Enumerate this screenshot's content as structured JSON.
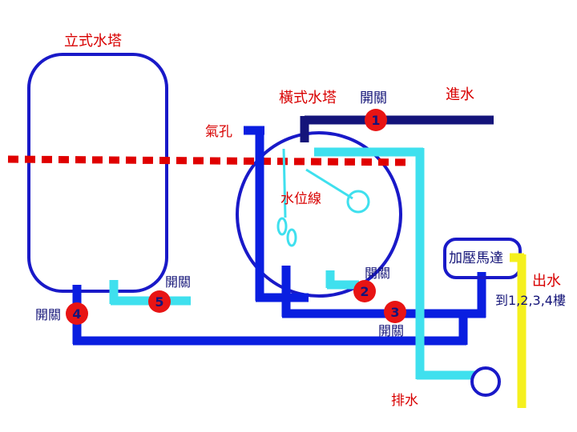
{
  "colors": {
    "tank_outline": "#1919c8",
    "pipe_main": "#0a1ee0",
    "pipe_dark": "#14147a",
    "pipe_cyan": "#3fe0ee",
    "pipe_yellow": "#f5f01e",
    "water_level": "#e00000",
    "valve_fill": "#e81414",
    "label_red": "#d80000",
    "label_navy": "#141478"
  },
  "labels": {
    "vertical_tank": "立式水塔",
    "horizontal_tank": "橫式水塔",
    "switch_top": "開關",
    "inlet": "進水",
    "air_hole": "氣孔",
    "water_level_line": "水位線",
    "pump": "加壓馬達",
    "outlet": "出水",
    "outlet_floors": "到1,2,3,4樓",
    "switch_2": "開關",
    "switch_3": "開關",
    "switch_4": "開關",
    "switch_5": "開關",
    "drain": "排水"
  },
  "valves": [
    {
      "id": "1",
      "label": "1"
    },
    {
      "id": "2",
      "label": "2"
    },
    {
      "id": "3",
      "label": "3"
    },
    {
      "id": "4",
      "label": "4"
    },
    {
      "id": "5",
      "label": "5"
    }
  ]
}
